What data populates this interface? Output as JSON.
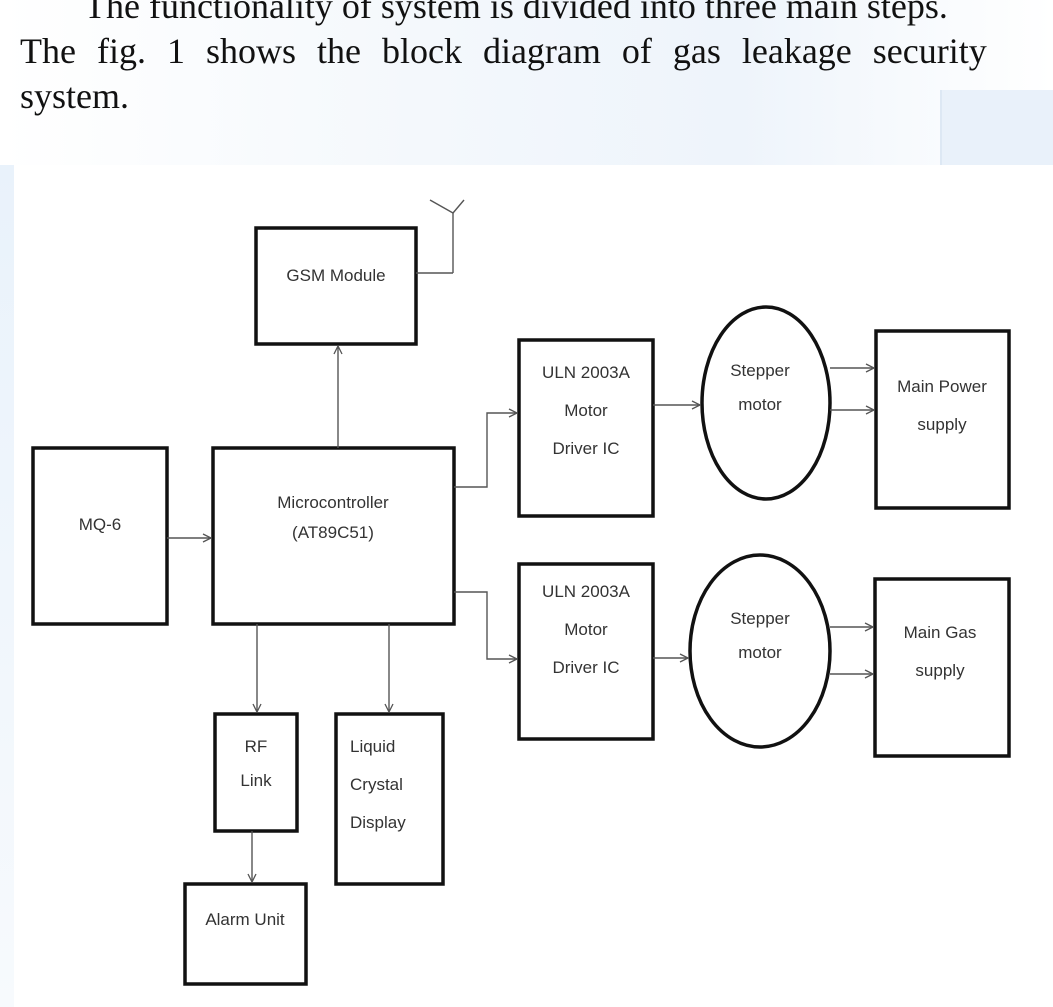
{
  "text": {
    "line1": "The functionality of system is divided into three main steps.",
    "line2": "The fig. 1 shows the block diagram of gas leakage security",
    "line3": "system."
  },
  "diagram": {
    "blocks": {
      "gsm": [
        "GSM Module"
      ],
      "mq6": [
        "MQ-6"
      ],
      "mcu": [
        "Microcontroller",
        "(AT89C51)"
      ],
      "uln_top": [
        "ULN 2003A",
        "Motor",
        "Driver IC"
      ],
      "uln_bottom": [
        "ULN 2003A",
        "Motor",
        "Driver IC"
      ],
      "stepper_top": [
        "Stepper",
        "motor"
      ],
      "stepper_bottom": [
        "Stepper",
        "motor"
      ],
      "power": [
        "Main Power",
        "supply"
      ],
      "gas": [
        "Main Gas",
        "supply"
      ],
      "rf": [
        "RF",
        "Link"
      ],
      "lcd": [
        "Liquid",
        "Crystal",
        "Display"
      ],
      "alarm": [
        "Alarm Unit"
      ]
    }
  }
}
